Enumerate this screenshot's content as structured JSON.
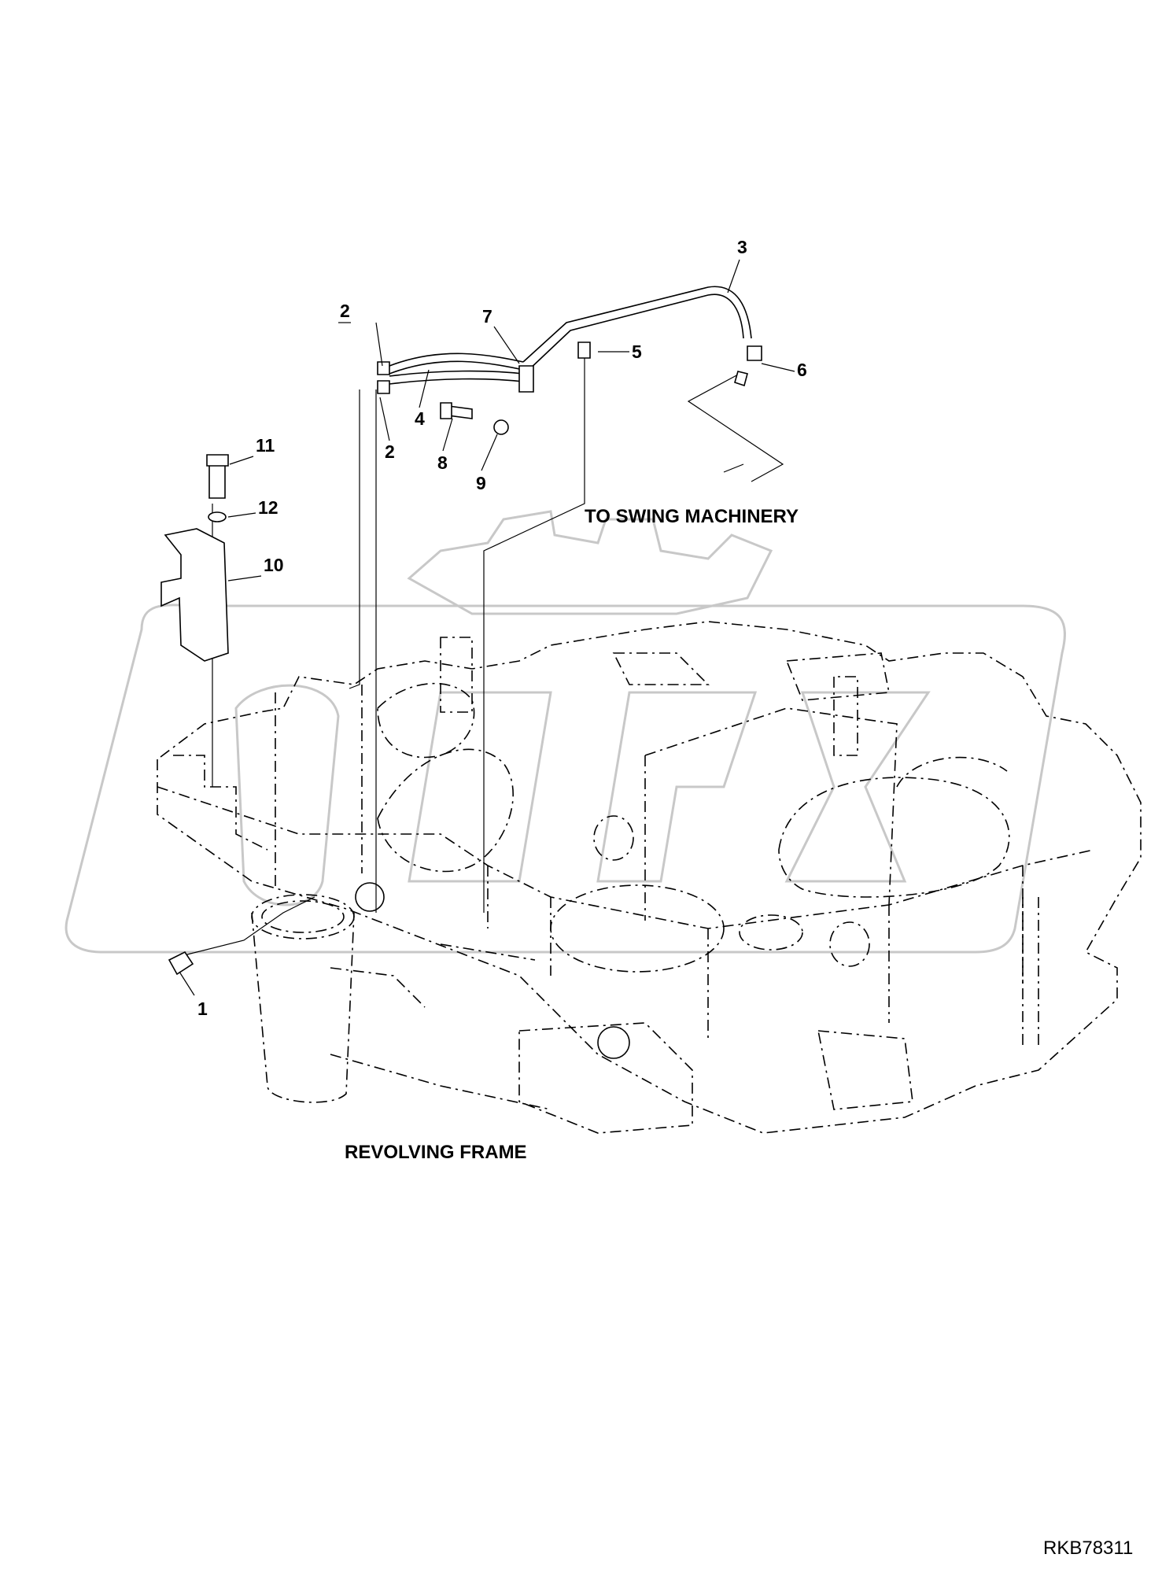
{
  "callouts": [
    {
      "id": "c1",
      "text": "1"
    },
    {
      "id": "c2a",
      "text": "2"
    },
    {
      "id": "c2b",
      "text": "2"
    },
    {
      "id": "c3",
      "text": "3"
    },
    {
      "id": "c4",
      "text": "4"
    },
    {
      "id": "c5",
      "text": "5"
    },
    {
      "id": "c6",
      "text": "6"
    },
    {
      "id": "c7",
      "text": "7"
    },
    {
      "id": "c8",
      "text": "8"
    },
    {
      "id": "c9",
      "text": "9"
    },
    {
      "id": "c10",
      "text": "10"
    },
    {
      "id": "c11",
      "text": "11"
    },
    {
      "id": "c12",
      "text": "12"
    }
  ],
  "labels": {
    "to_swing": "TO SWING MACHINERY",
    "revolving_frame": "REVOLVING FRAME",
    "drawing_ref": "RKB78311"
  }
}
